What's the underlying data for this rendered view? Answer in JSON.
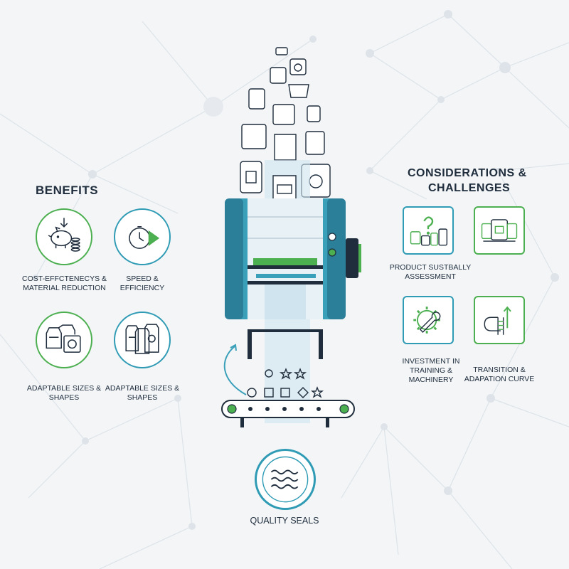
{
  "benefits": {
    "heading": "BENEFITS",
    "items": [
      {
        "label": "COST-EFFCTENECYS & MATERIAL REDUCTION",
        "icon": "piggy-bank-icon"
      },
      {
        "label": "SPEED & EFFICIENCY",
        "icon": "clock-play-icon"
      },
      {
        "label": "ADAPTABLE SIZES & SHAPES",
        "icon": "pouches-icon"
      },
      {
        "label": "ADAPTABLE SIZES & SHAPES",
        "icon": "bags-icon"
      }
    ]
  },
  "considerations": {
    "heading_line1": "CONSIDERATIONS &",
    "heading_line2": "CHALLENGES",
    "items": [
      {
        "label": "PRODUCT SUSTBALLY ASSESSMENT",
        "icon": "question-products-icon"
      },
      {
        "label": "",
        "icon": "package-products-icon"
      },
      {
        "label": "INVESTMENT IN TRAINING & MACHINERY",
        "icon": "gear-wrench-icon"
      },
      {
        "label": "TRANSITION & ADAPATION CURVE",
        "icon": "ladder-arrow-icon"
      }
    ]
  },
  "bottom": {
    "label": "QUALITY SEALS",
    "icon": "waves-seal-icon"
  },
  "colors": {
    "green": "#4caf50",
    "teal": "#2f9bb5",
    "dark": "#1f2d3d"
  }
}
